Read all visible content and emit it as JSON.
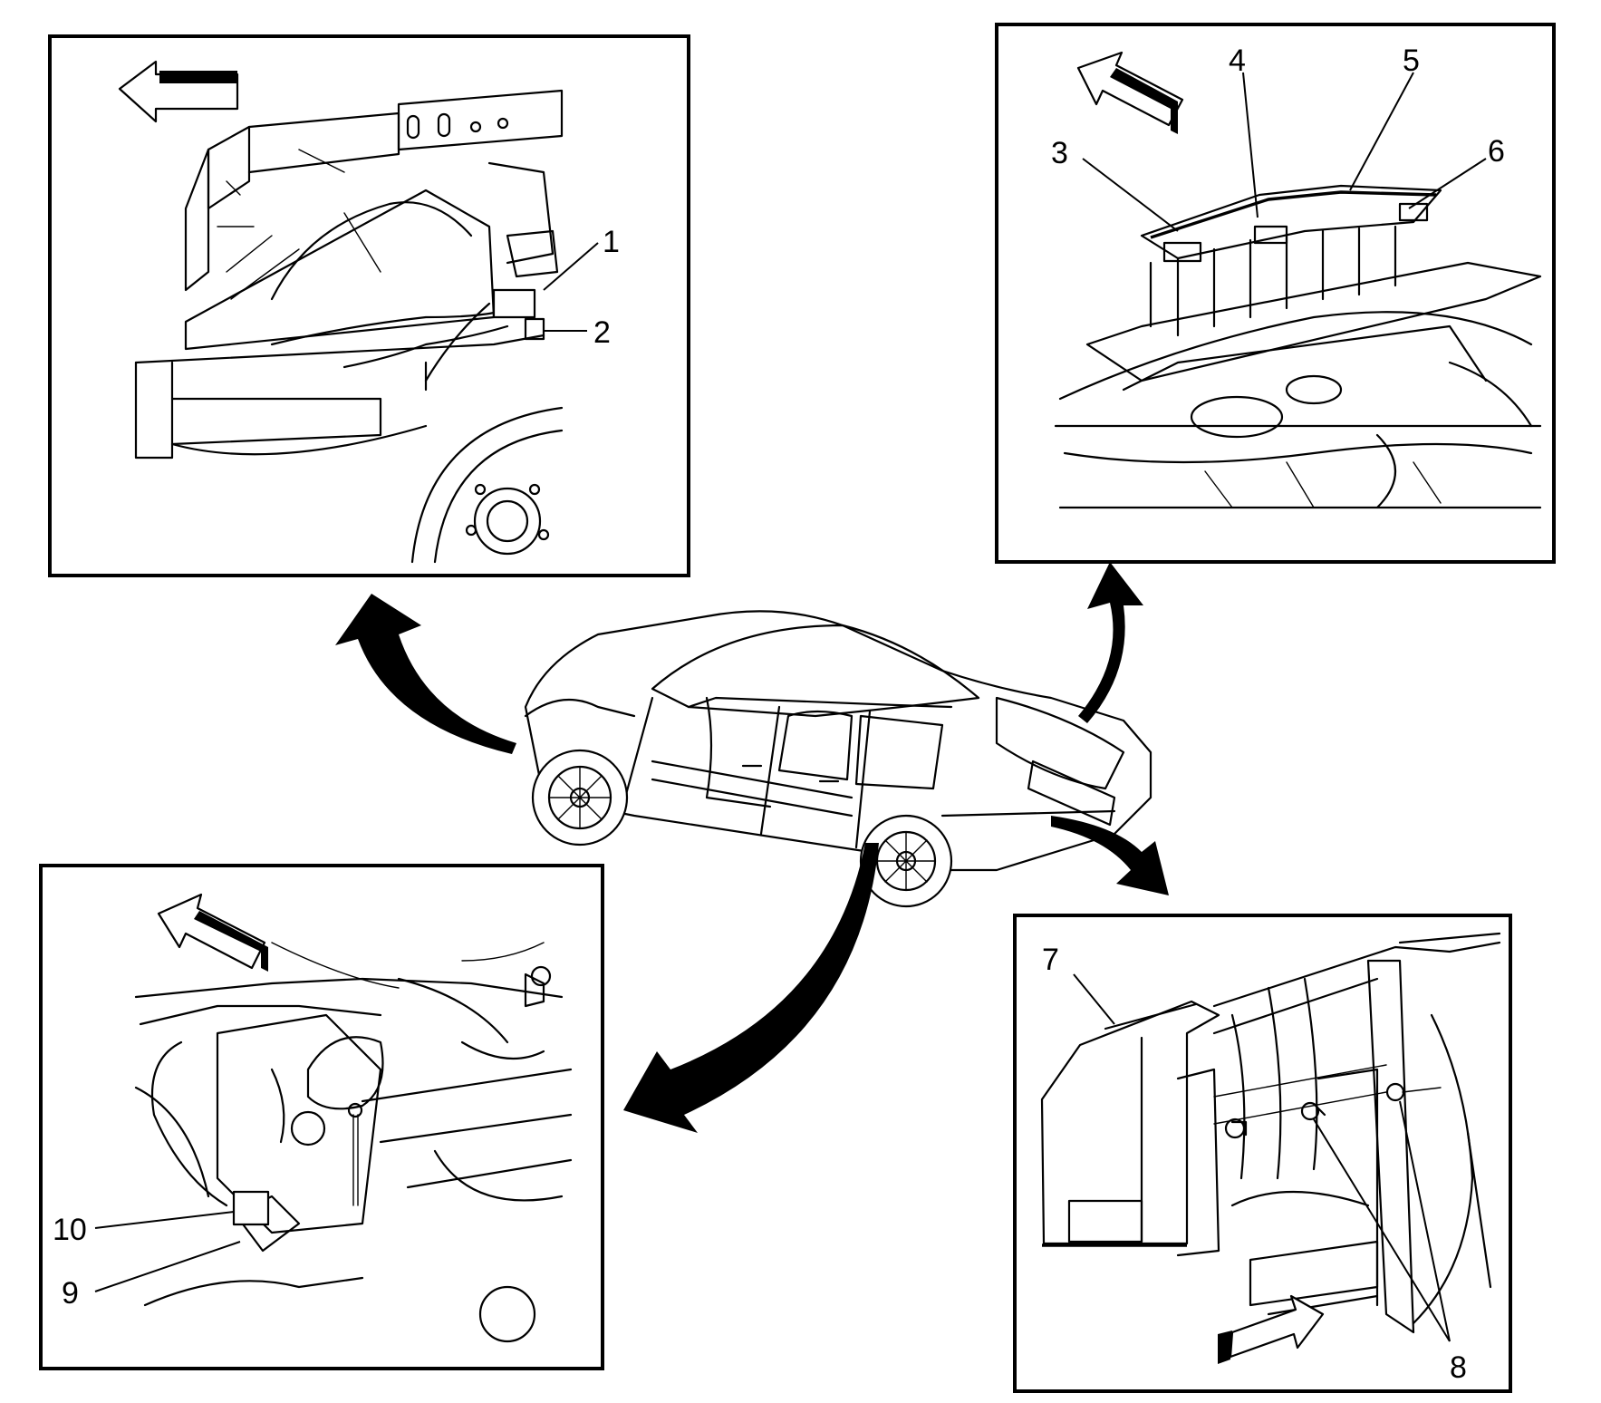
{
  "diagram": {
    "views": [
      {
        "id": "front-left-wheelhouse",
        "callouts": [
          "1",
          "2"
        ]
      },
      {
        "id": "rear-deck",
        "callouts": [
          "3",
          "4",
          "5",
          "6"
        ]
      },
      {
        "id": "front-underbody",
        "callouts": [
          "10",
          "9"
        ]
      },
      {
        "id": "tail-lamp",
        "callouts": [
          "7",
          "8"
        ]
      }
    ],
    "callouts": {
      "c1": "1",
      "c2": "2",
      "c3": "3",
      "c4": "4",
      "c5": "5",
      "c6": "6",
      "c7": "7",
      "c8": "8",
      "c9": "9",
      "c10": "10"
    },
    "icons": [
      "direction-arrow-icon",
      "curved-pointer-arrow-icon",
      "vehicle-illustration"
    ]
  }
}
